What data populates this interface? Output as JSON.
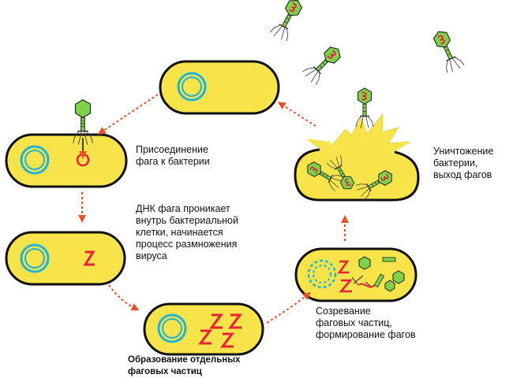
{
  "labels": {
    "attachment": "Присоединение\nфага к бактерии",
    "dna_entry": "ДНК фага проникает\nвнутрь бактериальной\nклетки, начинается\nпроцесс размножения\nвируса",
    "formation": "Образование отдельных\nфаговых частиц",
    "maturation": "Созревание\nфаговых частиц,\nформирование фагов",
    "destruction": "Уничтожение\nбактерии,\nвыход фагов"
  },
  "colors": {
    "cell_fill": "#f7e34a",
    "cell_stroke": "#111111",
    "dna_ring": "#1fb4d6",
    "phage_head": "#7fd14a",
    "phage_dna": "#e8203a",
    "arrow": "#e8522a"
  },
  "icons": [
    "bacteriophage-icon",
    "bacterium-cell-icon",
    "dna-ring-icon",
    "viral-dna-icon",
    "cycle-arrow-icon"
  ]
}
